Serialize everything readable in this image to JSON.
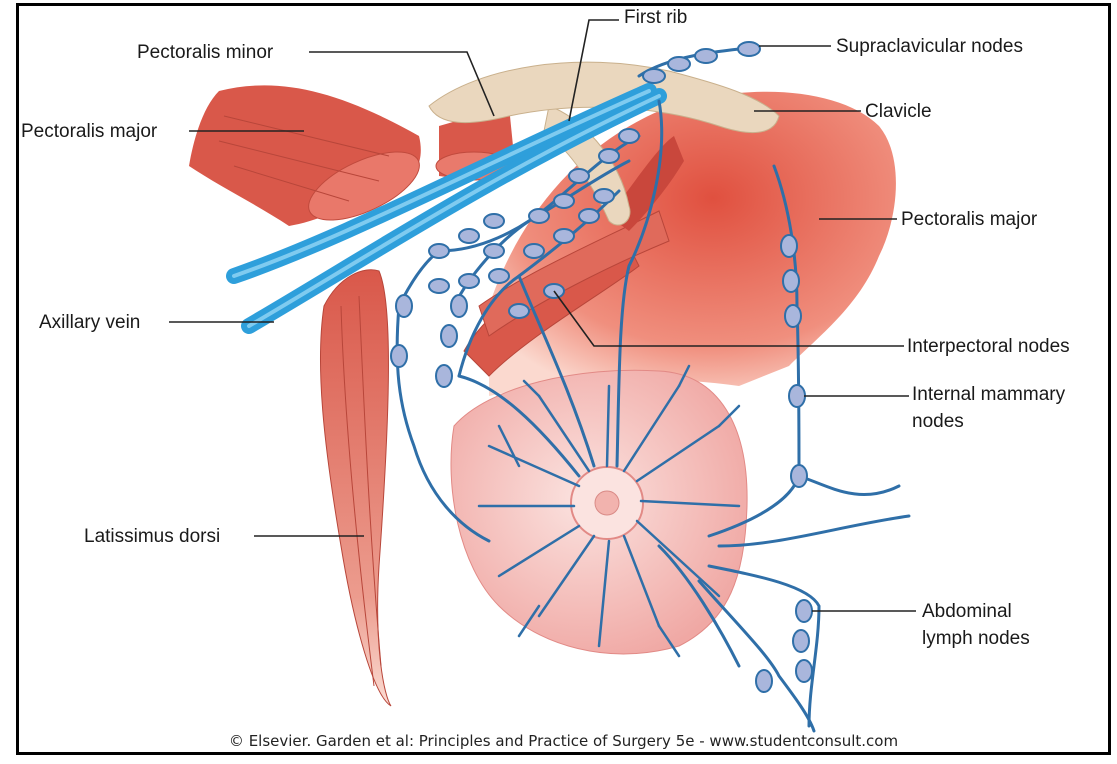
{
  "labels": {
    "first_rib": "First rib",
    "pectoralis_minor": "Pectoralis minor",
    "supraclavicular_nodes": "Supraclavicular nodes",
    "clavicle": "Clavicle",
    "pectoralis_major_left": "Pectoralis major",
    "pectoralis_major_right": "Pectoralis major",
    "axillary_vein": "Axillary vein",
    "interpectoral_nodes": "Interpectoral nodes",
    "internal_mammary_nodes_1": "Internal mammary",
    "internal_mammary_nodes_2": "nodes",
    "latissimus_dorsi": "Latissimus dorsi",
    "abdominal_lymph_nodes_1": "Abdominal",
    "abdominal_lymph_nodes_2": "lymph nodes"
  },
  "credit": "© Elsevier. Garden et al: Principles and Practice of Surgery 5e - www.studentconsult.com",
  "colors": {
    "muscle": "#d9584a",
    "muscle_light": "#f2b3a6",
    "vein": "#2ea3dd",
    "lymph": "#2f6fa8",
    "node_fill": "#a9b6dc",
    "breast": "#f3b8b5",
    "bone": "#ead7be"
  }
}
